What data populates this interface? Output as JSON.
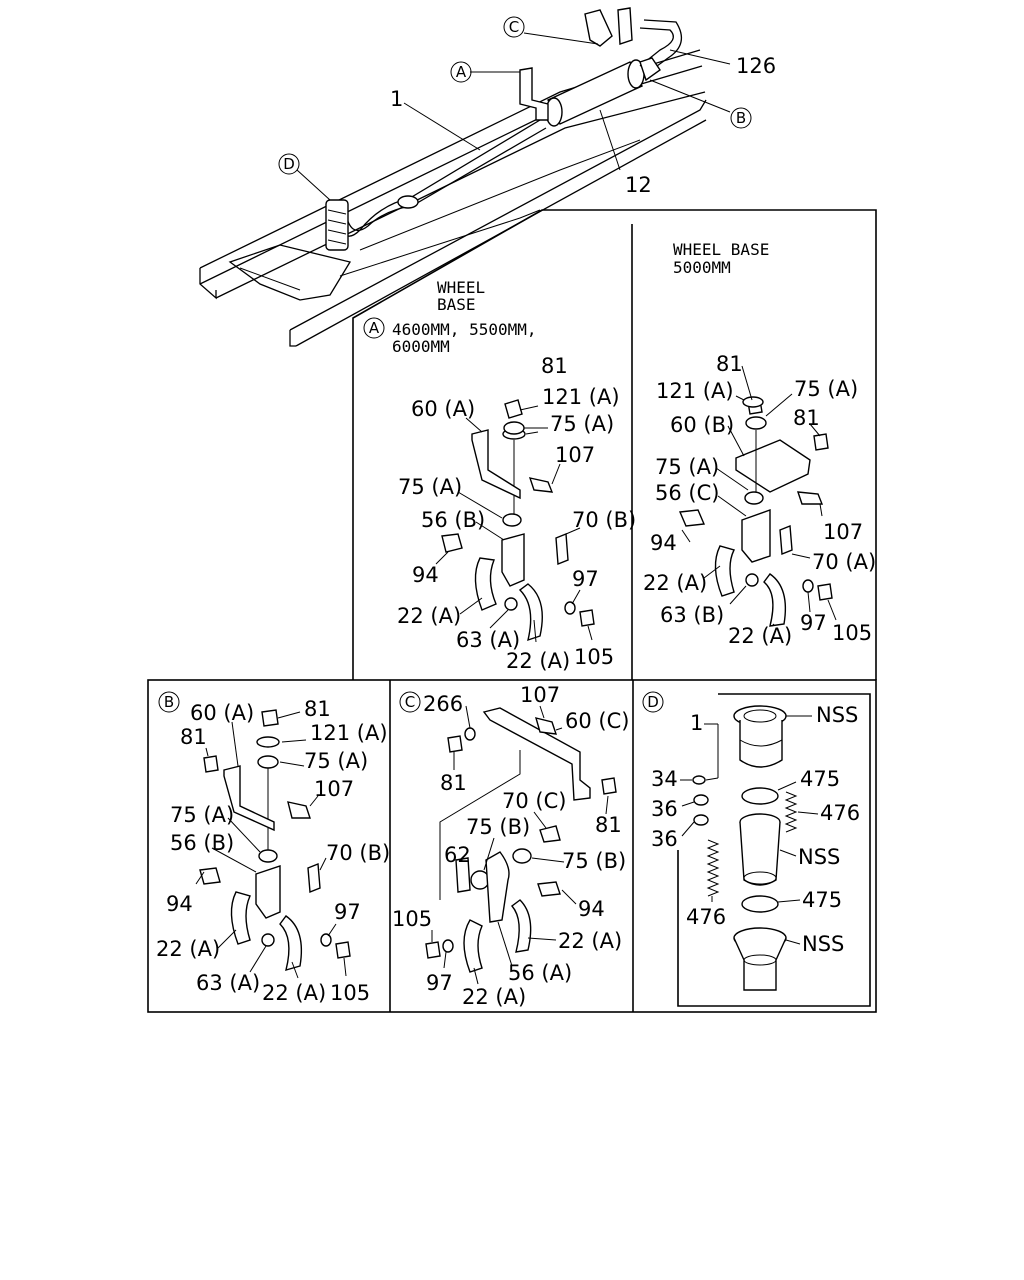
{
  "overview": {
    "callouts": {
      "c": "C",
      "a": "A",
      "d": "D",
      "b": "B"
    },
    "labels": {
      "p1": "1",
      "p126": "126",
      "p12": "12"
    }
  },
  "panel_a": {
    "header_line1": "WHEEL",
    "header_line2": "BASE",
    "marker": "A",
    "variant_line1": "4600MM, 5500MM,",
    "variant_line2": "6000MM",
    "labels": [
      "81",
      "121 (A)",
      "60 (A)",
      "75 (A)",
      "107",
      "75 (A)",
      "56 (B)",
      "70 (B)",
      "94",
      "97",
      "22 (A)",
      "63 (A)",
      "22 (A)",
      "105"
    ]
  },
  "panel_a5000": {
    "header_line1": "WHEEL  BASE",
    "header_line2": "5000MM",
    "labels": [
      "81",
      "121 (A)",
      "75 (A)",
      "60 (B)",
      "81",
      "75 (A)",
      "56 (C)",
      "107",
      "94",
      "70 (A)",
      "22 (A)",
      "63 (B)",
      "97",
      "22 (A)",
      "105"
    ]
  },
  "panel_b": {
    "marker": "B",
    "labels": [
      "60 (A)",
      "81",
      "121 (A)",
      "81",
      "75 (A)",
      "107",
      "75 (A)",
      "56 (B)",
      "70 (B)",
      "94",
      "97",
      "22 (A)",
      "63 (A)",
      "22 (A)",
      "105"
    ]
  },
  "panel_c": {
    "marker": "C",
    "labels": [
      "266",
      "107",
      "60 (C)",
      "81",
      "81",
      "70 (C)",
      "75 (B)",
      "75 (B)",
      "62",
      "94",
      "105",
      "22 (A)",
      "97",
      "56 (A)",
      "22 (A)"
    ]
  },
  "panel_d": {
    "marker": "D",
    "labels": [
      "1",
      "NSS",
      "34",
      "475",
      "36",
      "476",
      "36",
      "NSS",
      "476",
      "475",
      "NSS"
    ]
  }
}
